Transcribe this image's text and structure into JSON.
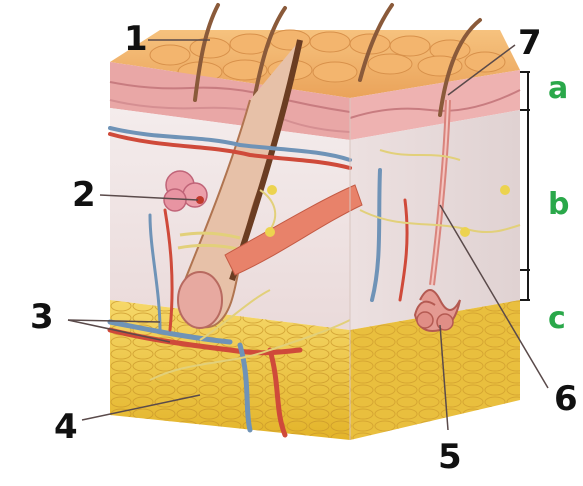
{
  "diagram": {
    "labels": {
      "n1": "1",
      "n2": "2",
      "n3": "3",
      "n4": "4",
      "n5": "5",
      "n6": "6",
      "n7": "7",
      "la": "a",
      "lb": "b",
      "lc": "c"
    },
    "colors": {
      "epidermis": "#e9a7a6",
      "dermis": "#f2e6e6",
      "hypodermis": "#f0c63a",
      "hair": "#8a5a3a",
      "vessel_red": "#cf4a3a",
      "vessel_blue": "#6f93b7",
      "nerve": "#e2d07a",
      "bracket": "#1a1a1a",
      "layer_letter": "#2aa84a"
    }
  }
}
